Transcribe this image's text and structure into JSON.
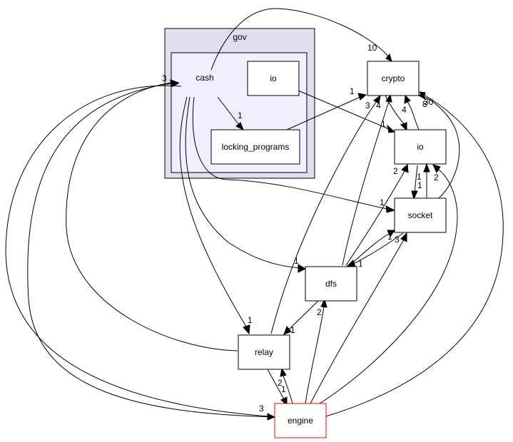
{
  "clusters": {
    "gov": {
      "label": "gov",
      "fill": "#dfdfef",
      "stroke": "#000000"
    },
    "cash_cluster": {
      "label": "",
      "fill": "#efefff",
      "stroke": "#000000"
    }
  },
  "nodes": {
    "cash": {
      "label": "cash"
    },
    "gov_io": {
      "label": "io"
    },
    "locking_programs": {
      "label": "locking_programs"
    },
    "crypto": {
      "label": "crypto"
    },
    "io": {
      "label": "io"
    },
    "socket": {
      "label": "socket"
    },
    "dfs": {
      "label": "dfs"
    },
    "relay": {
      "label": "relay"
    },
    "engine": {
      "label": "engine",
      "stroke": "#ff0000"
    }
  },
  "edges": {
    "cash_crypto": "10",
    "cash_locking_programs": "1",
    "cash_socket": "1",
    "cash_dfs": "1",
    "cash_relay": "1",
    "cash_engine": "3",
    "gov_io_io": "1",
    "locking_programs_crypto": "1",
    "io_crypto": "4",
    "io_socket": "1",
    "socket_io": "1",
    "socket_crypto": "8",
    "dfs_crypto": "4",
    "dfs_io": "2",
    "dfs_socket": "1",
    "dfs_relay": "1",
    "socket_dfs": "1",
    "relay_crypto": "3",
    "relay_cash": "3",
    "relay_engine": "2",
    "engine_relay": "1",
    "engine_dfs": "2",
    "engine_socket": "3",
    "engine_io": "2",
    "engine_crypto": "30",
    "engine_cash": "3"
  },
  "colors": {
    "edge": "#000000",
    "node_fill": "#ffffff",
    "engine_border": "#ff0000"
  }
}
